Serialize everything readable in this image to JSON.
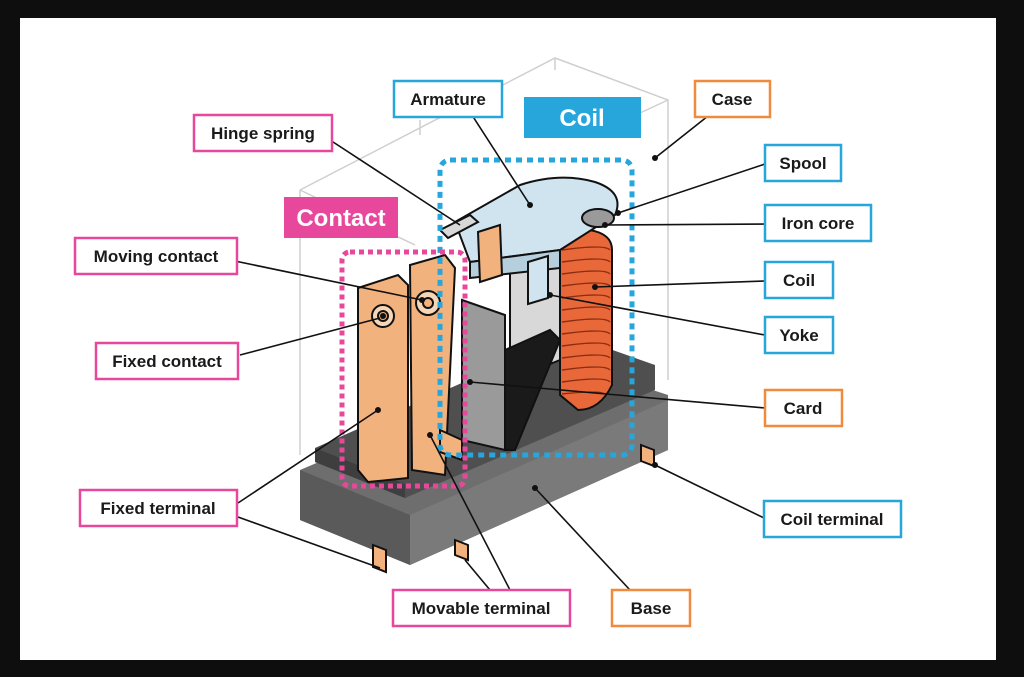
{
  "colors": {
    "pink": "#e8489b",
    "blue": "#27a6dc",
    "orange": "#f08a3c",
    "copper": "#f2b27e",
    "coil_orange": "#e8683a"
  },
  "headings": {
    "coil": "Coil",
    "contact": "Contact"
  },
  "labels": {
    "armature": "Armature",
    "case": "Case",
    "hinge_spring": "Hinge spring",
    "spool": "Spool",
    "iron_core": "Iron core",
    "moving_contact": "Moving contact",
    "coil": "Coil",
    "fixed_contact": "Fixed contact",
    "yoke": "Yoke",
    "card": "Card",
    "fixed_terminal": "Fixed terminal",
    "coil_terminal": "Coil terminal",
    "movable_terminal": "Movable terminal",
    "base": "Base"
  }
}
